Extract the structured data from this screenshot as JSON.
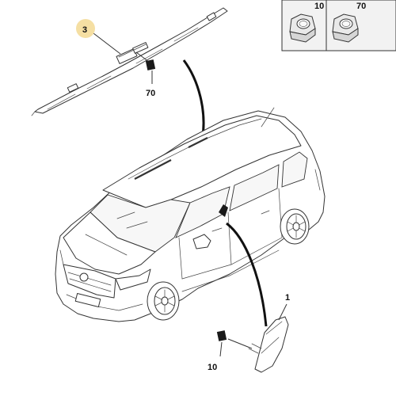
{
  "callouts": {
    "curtain_airbag_ref": "3",
    "curtain_airbag_fastener": "70",
    "side_airbag_ref": "1",
    "side_airbag_fastener": "10"
  },
  "fastener_panel": {
    "nut_a_label": "10",
    "nut_b_label": "70"
  },
  "colors": {
    "callout_highlight": "#f5dfa3",
    "fastener_marker": "#111111",
    "panel_background": "#f2f2f2",
    "leader_line": "#111111"
  }
}
